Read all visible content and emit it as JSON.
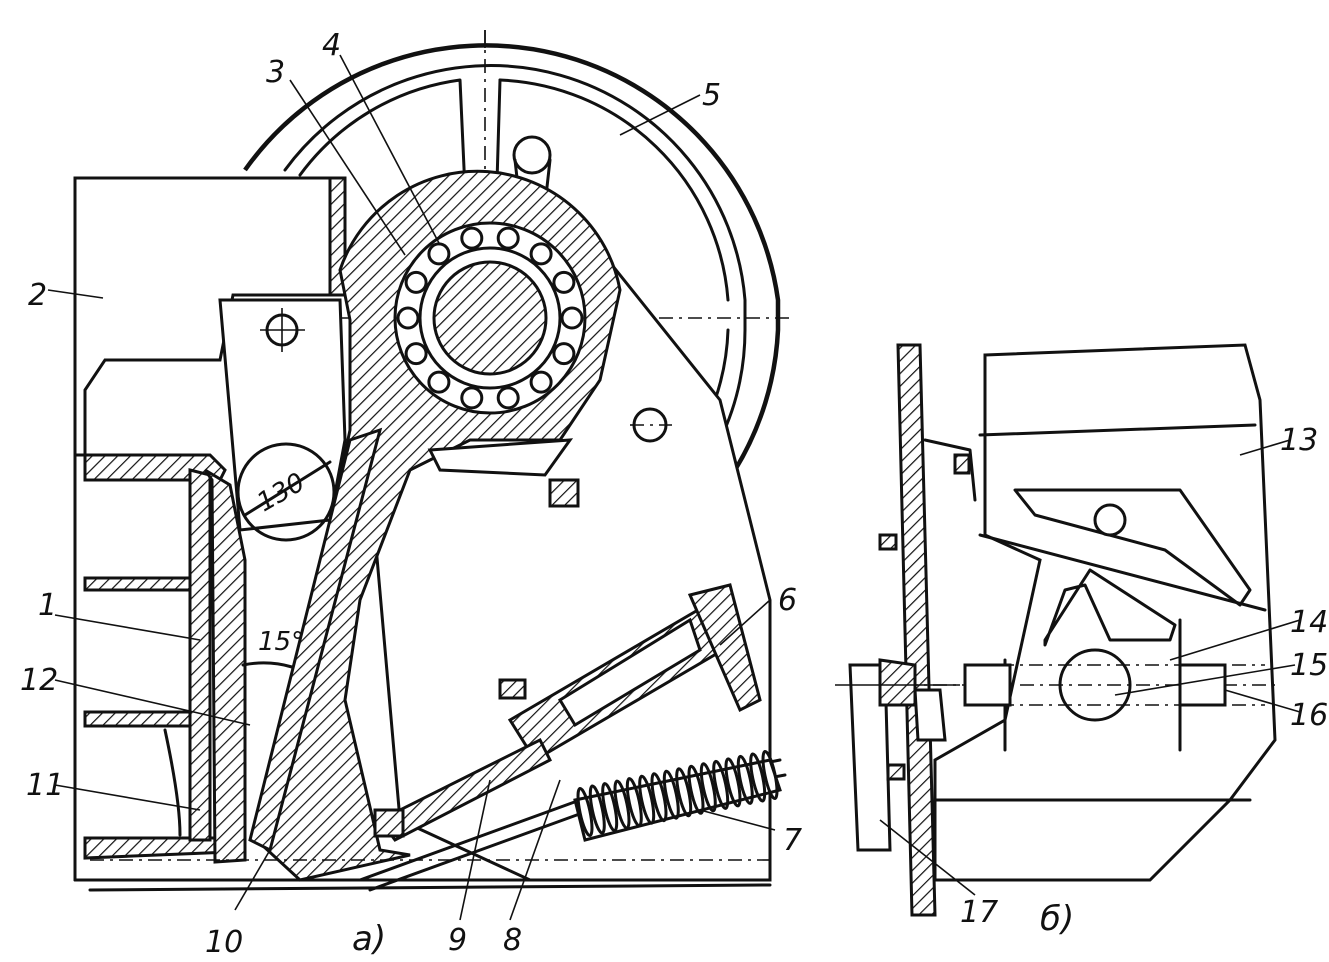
{
  "views": {
    "a": {
      "caption": "а)"
    },
    "b": {
      "caption": "б)"
    }
  },
  "dimensions": {
    "diameter": "130",
    "angle": "15°"
  },
  "callouts": [
    {
      "id": "1",
      "text": "1"
    },
    {
      "id": "2",
      "text": "2"
    },
    {
      "id": "3",
      "text": "3"
    },
    {
      "id": "4",
      "text": "4"
    },
    {
      "id": "5",
      "text": "5"
    },
    {
      "id": "6",
      "text": "6"
    },
    {
      "id": "7",
      "text": "7"
    },
    {
      "id": "8",
      "text": "8"
    },
    {
      "id": "9",
      "text": "9"
    },
    {
      "id": "10",
      "text": "10"
    },
    {
      "id": "11",
      "text": "11"
    },
    {
      "id": "12",
      "text": "12"
    },
    {
      "id": "13",
      "text": "13"
    },
    {
      "id": "14",
      "text": "14"
    },
    {
      "id": "15",
      "text": "15"
    },
    {
      "id": "16",
      "text": "16"
    },
    {
      "id": "17",
      "text": "17"
    }
  ]
}
